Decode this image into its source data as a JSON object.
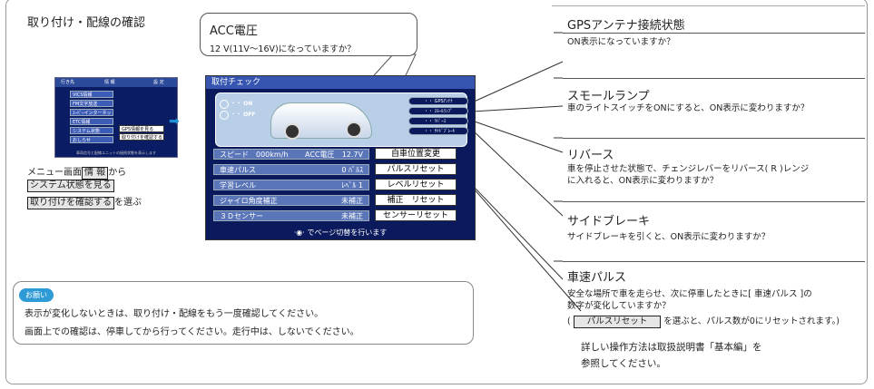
{
  "section_title": "取り付け・配線の確認",
  "menu_screen": {
    "tabs": [
      "行き先",
      "情 報",
      "設 定"
    ],
    "items": [
      "VICS情報",
      "FM文字放送",
      "ｽｰﾊﾟｰインターネット",
      "ETC情報",
      "システム状態",
      "おしらせ"
    ],
    "buttons": [
      "GPS情報を見る",
      "取り付けを確認する"
    ],
    "footer": "車両信号と配線ユニットの接続状態を表示します"
  },
  "caption": {
    "line1_prefix": "メニュー画面",
    "line1_key": "情 報",
    "line1_suffix": "から",
    "line2_key": "システム状態を見る",
    "line3_key": "取り付けを確認する",
    "line3_suffix": "を選ぶ"
  },
  "acc_callout": {
    "heading": "ACC電圧",
    "text": "12 V(11V～16V)になっていますか？"
  },
  "check_screen": {
    "title": "取付チェック",
    "left_indicators": [
      "・・ ON",
      "・・ OFF"
    ],
    "right_indicators": [
      "・・ GPSｱﾝﾃﾅ",
      "・・ ｽﾓｰﾙﾗﾝﾌﾟ",
      "・・ ﾘﾊﾞｰｽ",
      "・・ ｻｲﾄﾞﾌﾞﾚｰｷ"
    ],
    "speed_label": "スピード",
    "speed_value": "000km/h",
    "acc_label": "ACC電圧",
    "acc_value": "12.7V",
    "rows": [
      {
        "label": "車速パルス",
        "value": "0 ﾊﾟﾙｽ"
      },
      {
        "label": "学習レベル",
        "value": "ﾚﾍﾞﾙ 1"
      },
      {
        "label": "ジャイロ角度補正",
        "value": "未補正"
      },
      {
        "label": "３Ｄセンサー",
        "value": "未補正"
      }
    ],
    "buttons": [
      "自車位置変更",
      "パルスリセット",
      "レベルリセット",
      "補正　リセット",
      "センサーリセット"
    ],
    "page_hint": "でページ切替を行います"
  },
  "right_items": [
    {
      "title": "GPSアンテナ接続状態",
      "lines": [
        "ON表示になっていますか？"
      ]
    },
    {
      "title": "スモールランプ",
      "lines": [
        "車のライトスイッチをONにすると、ON表示に変わりますか？"
      ]
    },
    {
      "title": "リバース",
      "lines": [
        "車を停止させた状態で、チェンジレバーをリバース( R )レンジ",
        "に入れると、ON表示に変わりますか？"
      ]
    },
    {
      "title": "サイドブレーキ",
      "lines": [
        "サイドブレーキを引くと、ON表示に変わりますか？"
      ]
    },
    {
      "title": "車速パルス",
      "lines": [
        "安全な場所で車を走らせ、次に停車したときに[ 車速パルス ]の",
        "数字が変化していますか？"
      ]
    }
  ],
  "pulse_note": {
    "prefix": "(",
    "key": "パルスリセット",
    "suffix": "を選ぶと、パルス数が0にリセットされます。)"
  },
  "manual_ref": [
    "詳しい操作方法は取扱説明書「基本編」を",
    "参照してください。"
  ],
  "request": {
    "tag": "お願い",
    "lines": [
      "表示が変化しないときは、取り付け・配線をもう一度確認してください。",
      "画面上での確認は、停車してから行ってください。走行中は、しないでください。"
    ]
  },
  "colors": {
    "accent": "#2e9bd6",
    "screen_bg": "#0b1a5c"
  }
}
